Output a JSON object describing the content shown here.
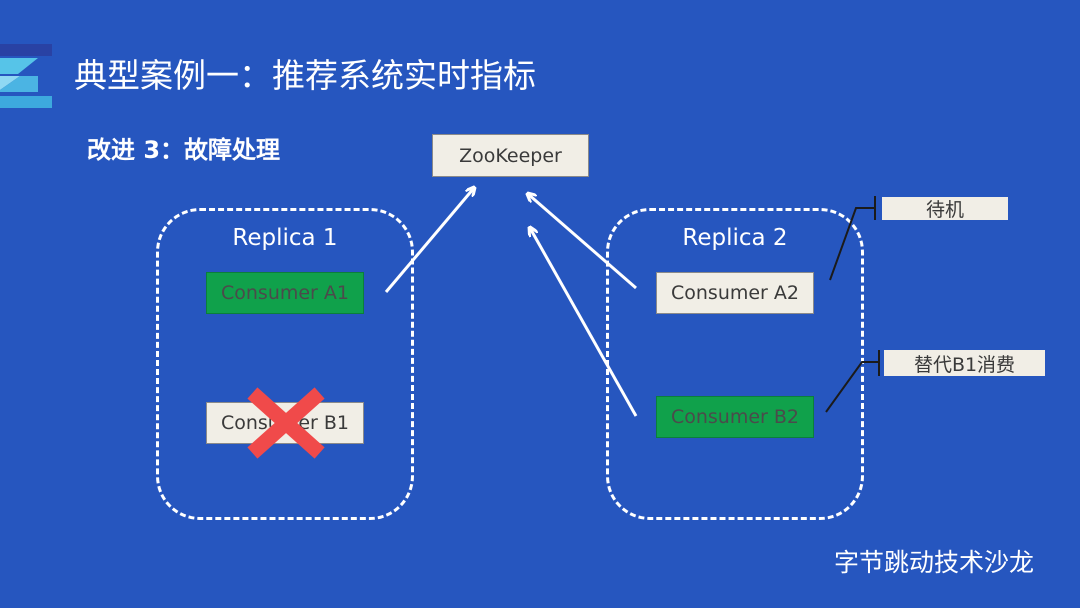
{
  "slide": {
    "title": "典型案例一：推荐系统实时指标",
    "subtitle": "改进 3：故障处理",
    "footer": "字节跳动技术沙龙"
  },
  "diagram": {
    "zookeeper_label": "ZooKeeper",
    "replica_1": {
      "label": "Replica 1",
      "consumer_a": "Consumer A1",
      "consumer_b": "Consumer B1",
      "consumer_b_status": "failed"
    },
    "replica_2": {
      "label": "Replica 2",
      "consumer_a": "Consumer A2",
      "consumer_b": "Consumer B2"
    },
    "callouts": {
      "standby": "待机",
      "replace": "替代B1消费"
    }
  },
  "colors": {
    "background": "#2656BF",
    "active_consumer": "#10A14B",
    "idle_consumer": "#F1EEE6",
    "failure_mark": "#F04A4A",
    "line": "#ffffff"
  },
  "icons": {
    "logo": "stacked-bars-logo",
    "failure": "red-x-icon"
  }
}
